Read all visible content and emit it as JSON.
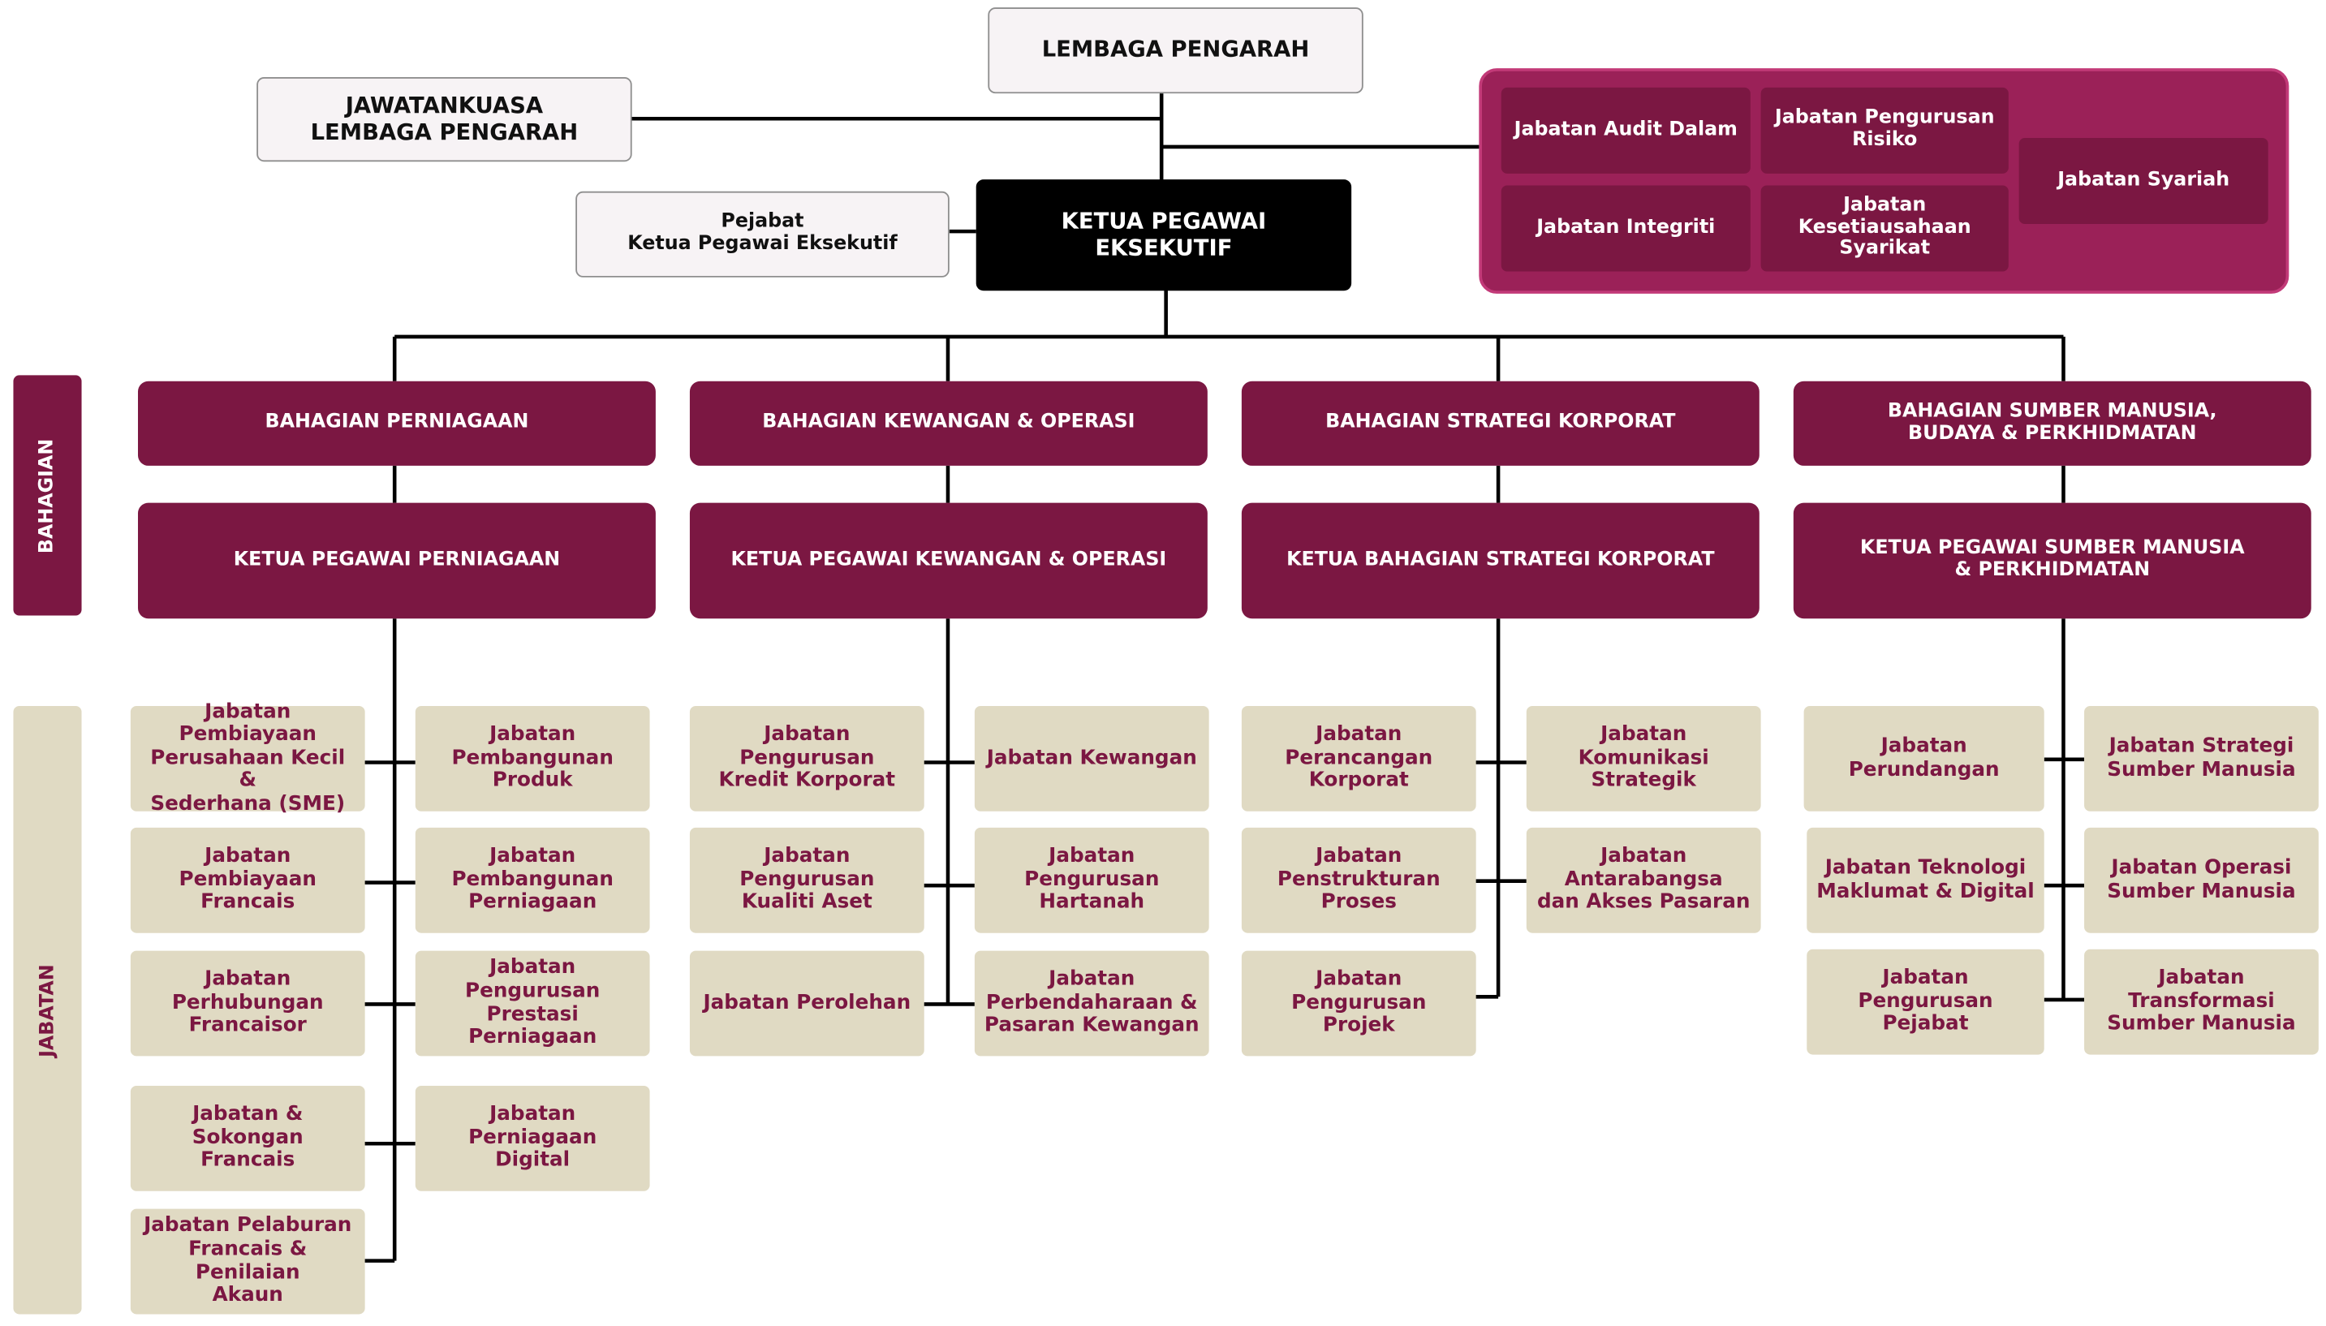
{
  "colors": {
    "maroon": "#7b1742",
    "panel": "#9b2158",
    "dept_bg": "#e0dac3",
    "dept_text": "#7b1742",
    "ceo": "#000000",
    "line": "#000000"
  },
  "side_labels": {
    "bahagian": "BAHAGIAN",
    "jabatan": "JABATAN"
  },
  "board": {
    "title": "LEMBAGA PENGARAH"
  },
  "board_committee": {
    "title": "JAWATANKUASA\nLEMBAGA PENGARAH"
  },
  "ceo_office": {
    "title": "Pejabat\nKetua Pegawai Eksekutif"
  },
  "ceo": {
    "title": "KETUA PEGAWAI\nEKSEKUTIF"
  },
  "board_units": [
    "Jabatan Audit Dalam",
    "Jabatan Pengurusan\nRisiko",
    "Jabatan Integriti",
    "Jabatan\nKesetiausahaan\nSyarikat",
    "Jabatan Syariah"
  ],
  "divisions": [
    {
      "name": "BAHAGIAN PERNIAGAAN",
      "head": "KETUA PEGAWAI PERNIAGAAN",
      "depts_left": [
        "Jabatan Pembiayaan\nPerusahaan Kecil &\nSederhana (SME)",
        "Jabatan Pembiayaan\nFrancais",
        "Jabatan Perhubungan\nFrancaisor",
        "Jabatan & Sokongan\nFrancais",
        "Jabatan Pelaburan\nFrancais & Penilaian\nAkaun"
      ],
      "depts_right": [
        "Jabatan Pembangunan\nProduk",
        "Jabatan Pembangunan\nPerniagaan",
        "Jabatan Pengurusan\nPrestasi Perniagaan",
        "Jabatan Perniagaan\nDigital"
      ]
    },
    {
      "name": "BAHAGIAN KEWANGAN & OPERASI",
      "head": "KETUA PEGAWAI KEWANGAN & OPERASI",
      "depts_left": [
        "Jabatan Pengurusan\nKredit Korporat",
        "Jabatan Pengurusan\nKualiti Aset",
        "Jabatan Perolehan"
      ],
      "depts_right": [
        "Jabatan Kewangan",
        "Jabatan Pengurusan\nHartanah",
        "Jabatan\nPerbendaharaan &\nPasaran Kewangan"
      ]
    },
    {
      "name": "BAHAGIAN STRATEGI KORPORAT",
      "head": "KETUA BAHAGIAN STRATEGI KORPORAT",
      "depts_left": [
        "Jabatan Perancangan\nKorporat",
        "Jabatan\nPenstrukturan Proses",
        "Jabatan Pengurusan\nProjek"
      ],
      "depts_right": [
        "Jabatan Komunikasi\nStrategik",
        "Jabatan Antarabangsa\ndan Akses Pasaran"
      ]
    },
    {
      "name": "BAHAGIAN SUMBER MANUSIA,\nBUDAYA & PERKHIDMATAN",
      "head": "KETUA PEGAWAI SUMBER MANUSIA\n& PERKHIDMATAN",
      "depts_left": [
        "Jabatan Perundangan",
        "Jabatan Teknologi\nMaklumat & Digital",
        "Jabatan Pengurusan\nPejabat"
      ],
      "depts_right": [
        "Jabatan Strategi\nSumber Manusia",
        "Jabatan Operasi\nSumber Manusia",
        "Jabatan Transformasi\nSumber Manusia"
      ]
    }
  ]
}
